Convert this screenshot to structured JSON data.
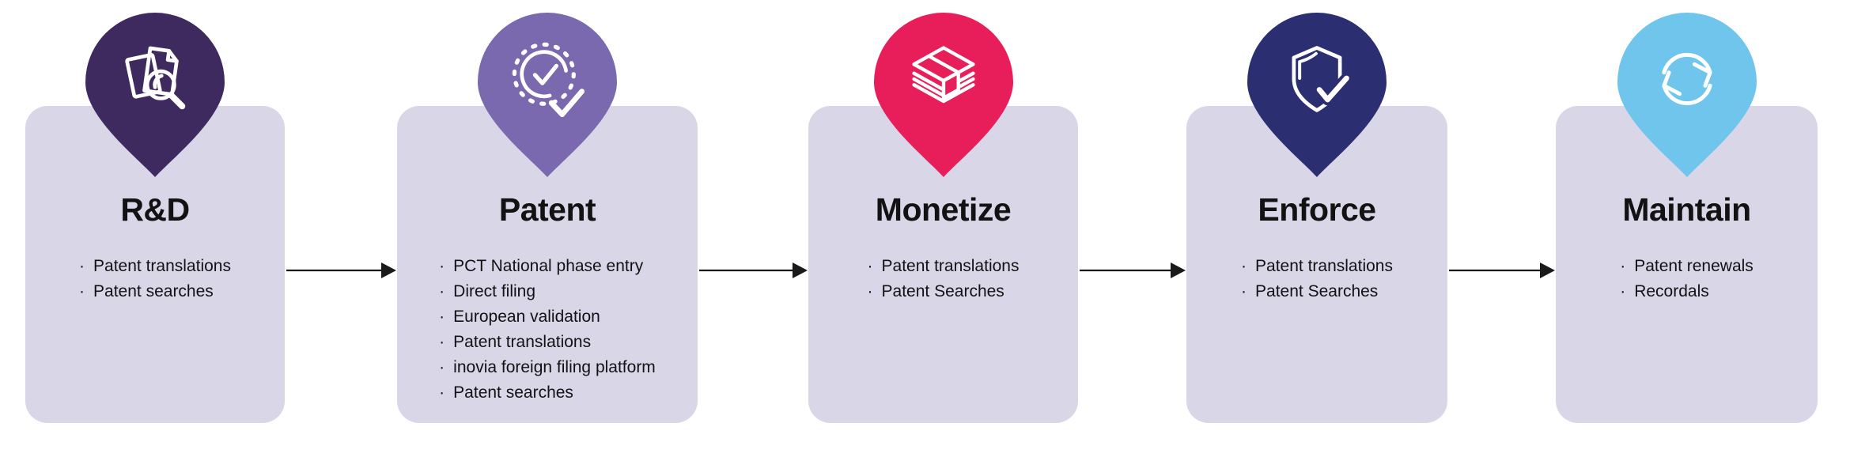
{
  "diagram": {
    "card_color": "#d9d6e8",
    "text_color": "#121212",
    "arrow_color": "#1a1a1a",
    "bullet_char": "·",
    "stages": [
      {
        "title": "R&D",
        "icon": "documents-search-icon",
        "pin_color": "#3e2a5f",
        "bullets": [
          "Patent translations",
          "Patent searches"
        ]
      },
      {
        "title": "Patent",
        "icon": "certified-badge-icon",
        "pin_color": "#7a69af",
        "bullets": [
          "PCT National phase entry",
          "Direct filing",
          "European validation",
          "Patent translations",
          "inovia foreign filing platform",
          "Patent searches"
        ]
      },
      {
        "title": "Monetize",
        "icon": "money-stack-icon",
        "pin_color": "#e81e5a",
        "bullets": [
          "Patent translations",
          "Patent Searches"
        ]
      },
      {
        "title": "Enforce",
        "icon": "shield-check-icon",
        "pin_color": "#2b2e71",
        "bullets": [
          "Patent translations",
          "Patent Searches"
        ]
      },
      {
        "title": "Maintain",
        "icon": "refresh-arrows-icon",
        "pin_color": "#6fc5ec",
        "bullets": [
          "Patent renewals",
          "Recordals"
        ]
      }
    ]
  }
}
